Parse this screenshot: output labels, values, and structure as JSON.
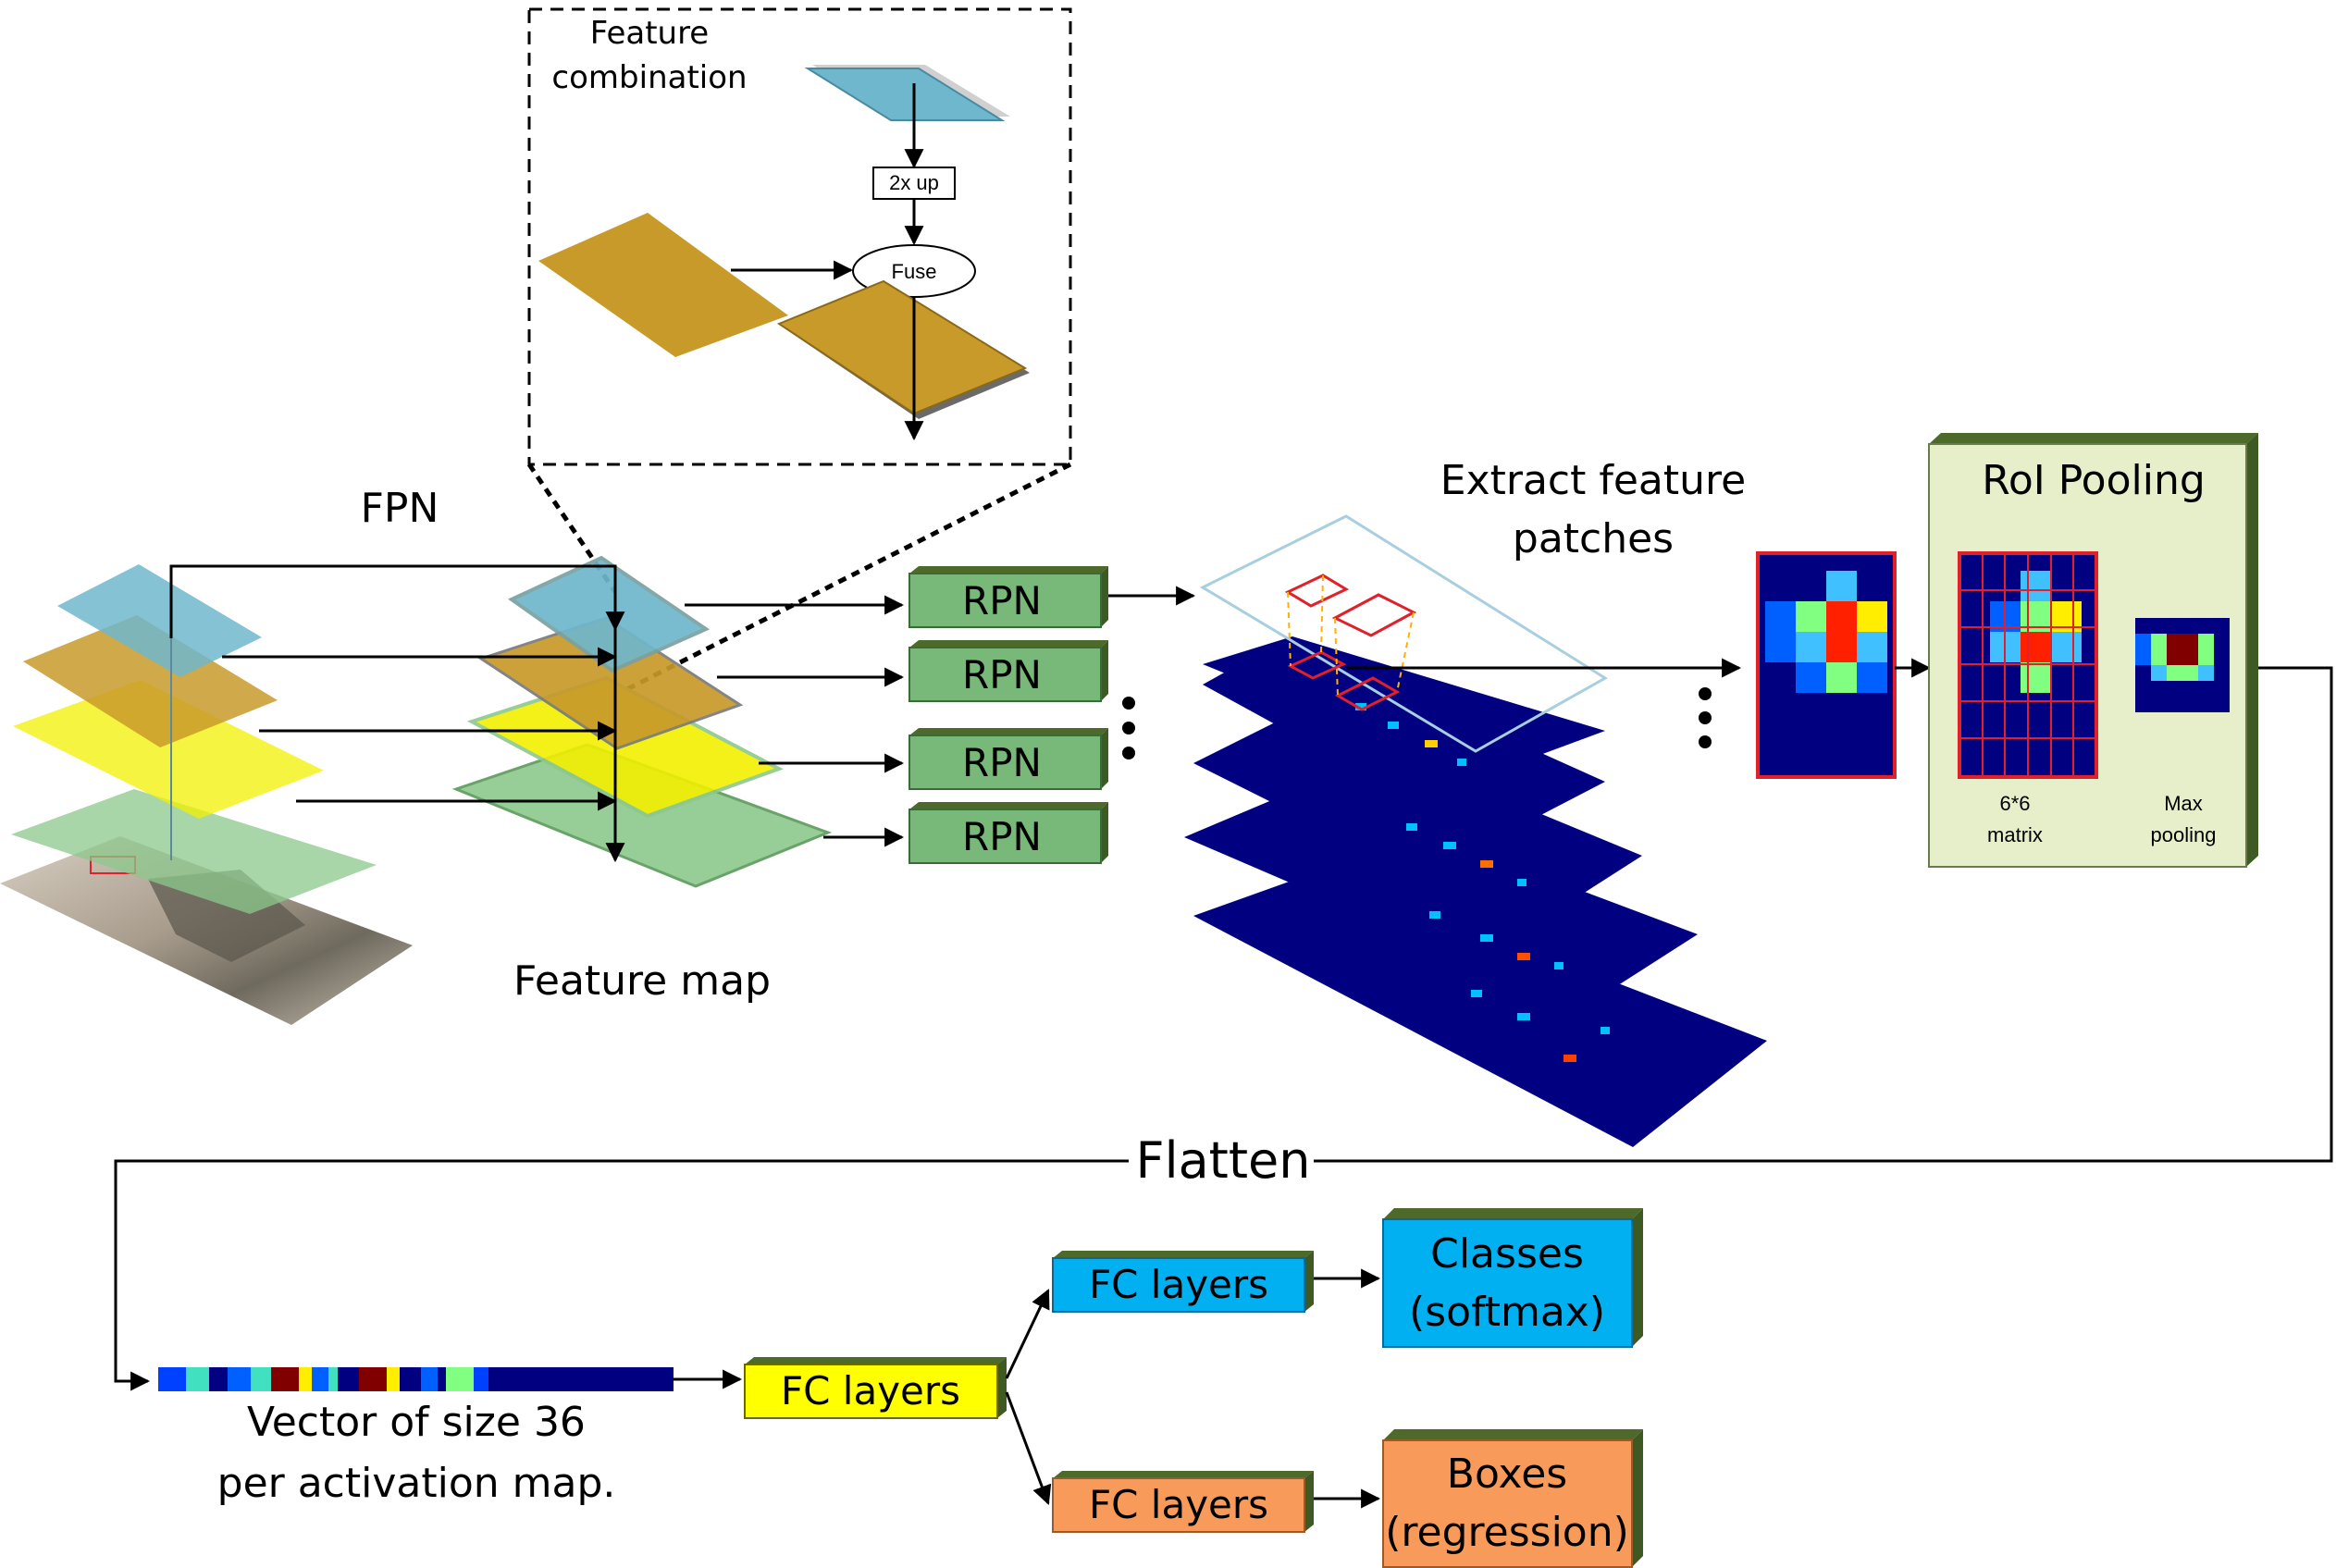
{
  "inset": {
    "title_line1": "Feature",
    "title_line2": "combination",
    "upsample_label": "2x up",
    "fuse_label": "Fuse"
  },
  "fpn_label": "FPN",
  "feature_map_label": "Feature map",
  "rpn_labels": [
    "RPN",
    "RPN",
    "RPN",
    "RPN"
  ],
  "extract": {
    "line1": "Extract feature",
    "line2": "patches"
  },
  "roi": {
    "title": "RoI Pooling",
    "matrix_line1": "6*6",
    "matrix_line2": "matrix",
    "pool_line1": "Max",
    "pool_line2": "pooling"
  },
  "flatten_label": "Flatten",
  "vector": {
    "line1": "Vector of size 36",
    "line2": "per activation map."
  },
  "fc_main": "FC layers",
  "fc_top": "FC layers",
  "fc_bottom": "FC layers",
  "classes": {
    "line1": "Classes",
    "line2": "(softmax)"
  },
  "boxes": {
    "line1": "Boxes",
    "line2": "(regression)"
  },
  "colors": {
    "blue_layer": "#6fb7cc",
    "gold_layer": "#c89a2a",
    "yellow_layer": "#f2f000",
    "green_layer": "#8cc88c",
    "rpn_fill": "#78b878",
    "roi_fill": "#e6efca",
    "fc_yellow": "#ffff00",
    "fc_blue": "#00b0f0",
    "fc_orange": "#f79a5a",
    "heat_navy": "#000080",
    "patch_red": "#e0202a"
  }
}
